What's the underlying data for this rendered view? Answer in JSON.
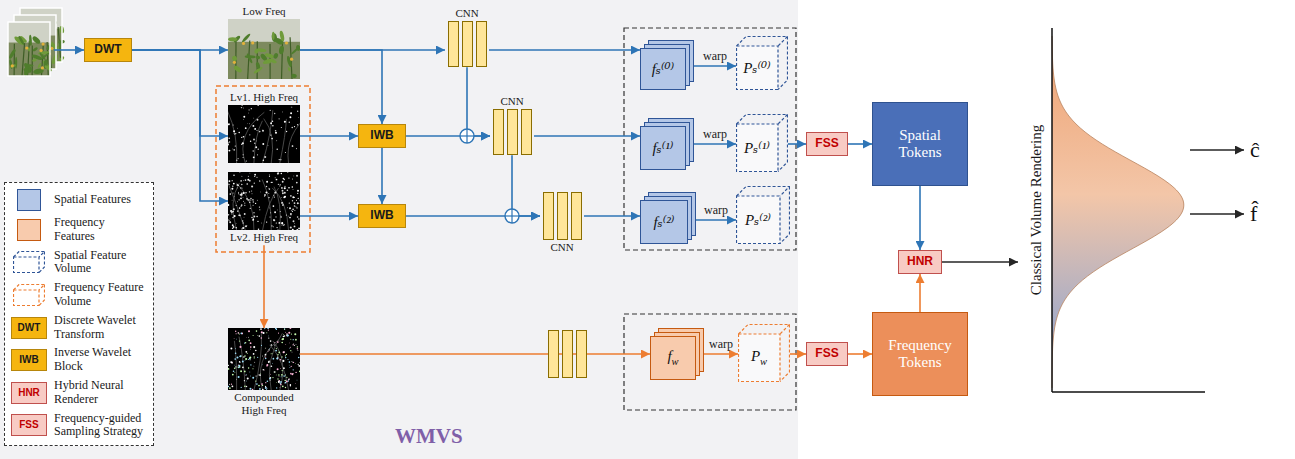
{
  "diagram": {
    "nodes": [
      {
        "text": [
          "DWT"
        ]
      },
      {
        "text": [
          "Low Freq"
        ]
      },
      {
        "text": [
          "Lv1. High Freq"
        ]
      },
      {
        "text": [
          "Lv2. High Freq"
        ]
      },
      {
        "text": [
          "Compounded High Freq"
        ]
      },
      {
        "text": [
          "IWB"
        ]
      },
      {
        "text": [
          "IWB"
        ]
      },
      {
        "text": [
          "CNN"
        ]
      },
      {
        "text": [
          "CNN"
        ]
      },
      {
        "text": [
          "CNN"
        ]
      },
      {
        "text": [
          "fₛ⁽⁰⁾"
        ]
      },
      {
        "text": [
          "Pₛ⁽⁰⁾"
        ]
      },
      {
        "text": [
          "fₛ⁽¹⁾"
        ]
      },
      {
        "text": [
          "Pₛ⁽¹⁾"
        ]
      },
      {
        "text": [
          "fₛ⁽²⁾"
        ]
      },
      {
        "text": [
          "Pₛ⁽²⁾"
        ]
      },
      {
        "text": [
          "fw"
        ]
      },
      {
        "text": [
          "Pw"
        ]
      },
      {
        "text": [
          "FSS"
        ]
      },
      {
        "text": [
          "Spatial Tokens"
        ]
      },
      {
        "text": [
          "HNR"
        ]
      },
      {
        "text": [
          "Frequency Tokens"
        ]
      },
      {
        "text": [
          "FSS"
        ]
      }
    ],
    "edges": [
      {
        "from": 0,
        "to": 1,
        "arrow": "to"
      },
      {
        "from": 0,
        "to": 2,
        "arrow": "to"
      },
      {
        "from": 0,
        "to": 3,
        "arrow": "to"
      },
      {
        "from": 1,
        "to": 7,
        "arrow": "to"
      },
      {
        "from": 1,
        "to": 5,
        "arrow": "to"
      },
      {
        "from": 2,
        "to": 5,
        "arrow": "to"
      },
      {
        "from": 5,
        "to": 6,
        "arrow": "to"
      },
      {
        "from": 3,
        "to": 6,
        "arrow": "to"
      },
      {
        "from": 5,
        "to": 8,
        "arrow": "to"
      },
      {
        "from": 7,
        "to": 8,
        "arrow": "to"
      },
      {
        "from": 6,
        "to": 9,
        "arrow": "to"
      },
      {
        "from": 8,
        "to": 9,
        "arrow": "to"
      },
      {
        "from": 7,
        "to": 10,
        "arrow": "to"
      },
      {
        "from": 8,
        "to": 12,
        "arrow": "to"
      },
      {
        "from": 9,
        "to": 14,
        "arrow": "to"
      },
      {
        "from": 10,
        "to": 11,
        "label": "warp",
        "arrow": "to"
      },
      {
        "from": 12,
        "to": 13,
        "label": "warp",
        "arrow": "to"
      },
      {
        "from": 14,
        "to": 15,
        "label": "warp",
        "arrow": "to"
      },
      {
        "from": 3,
        "to": 4,
        "arrow": "to"
      },
      {
        "from": 4,
        "to": 16,
        "arrow": "to"
      },
      {
        "from": 16,
        "to": 17,
        "label": "warp",
        "arrow": "to"
      },
      {
        "from": 13,
        "to": 18,
        "arrow": "to"
      },
      {
        "from": 18,
        "to": 19,
        "arrow": "to"
      },
      {
        "from": 19,
        "to": 20,
        "arrow": "to"
      },
      {
        "from": 21,
        "to": 20,
        "arrow": "to"
      },
      {
        "from": 17,
        "to": 22,
        "arrow": "to"
      },
      {
        "from": 22,
        "to": 21,
        "arrow": "to"
      }
    ],
    "labels": [
      "DWT",
      "IWB",
      "HNR",
      "FSS",
      "Classical Volume Rendering",
      "ĉ",
      "f̂",
      "WMVS"
    ],
    "legend": [
      {
        "text": "Spatial Features",
        "color": "#b4c7e7"
      },
      {
        "text": "Frequency Features",
        "color": "#f8cbad"
      },
      {
        "text": "Spatial Feature Volume"
      },
      {
        "text": "Frequency Feature Volume"
      },
      {
        "text": "Discrete Wavelet Transform",
        "color": "#f5b50f"
      },
      {
        "text": "Inverse Wavelet Block",
        "color": "#f5b50f"
      },
      {
        "text": "Hybrid Neural Renderer",
        "color": "#f8cbc4"
      },
      {
        "text": "Frequency-guided Sampling Strategy",
        "color": "#f8cbc4"
      }
    ]
  }
}
